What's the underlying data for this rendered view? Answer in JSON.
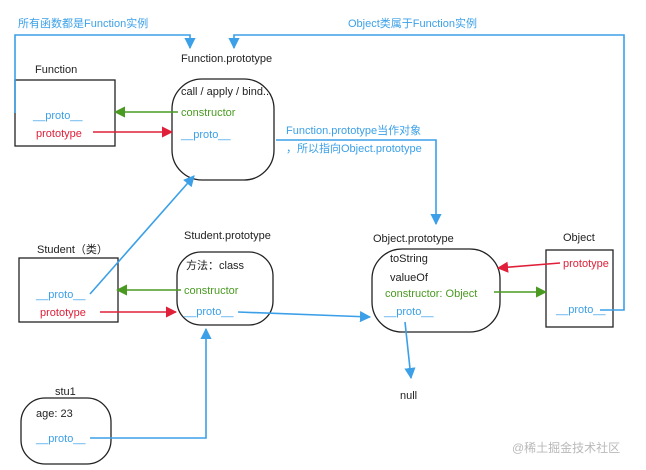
{
  "colors": {
    "blue": "#3ba0e8",
    "red": "#e0203a",
    "green": "#4a9a22",
    "black": "#222222"
  },
  "annotations": {
    "all_functions": "所有函数都是Function实例",
    "object_is_function": "Object类属于Function实例",
    "fp_as_object_line1": "Function.prototype当作对象",
    "fp_as_object_line2": "，所以指向Object.prototype"
  },
  "function_box": {
    "title": "Function",
    "proto": "__proto__",
    "prototype": "prototype"
  },
  "function_prototype": {
    "title": "Function.prototype",
    "methods": "call / apply / bind...",
    "constructor": "constructor",
    "proto": "__proto__"
  },
  "student_box": {
    "title": "Student（类）",
    "proto": "__proto__",
    "prototype": "prototype"
  },
  "student_prototype": {
    "title": "Student.prototype",
    "method": "方法：class",
    "constructor": "constructor",
    "proto": "__proto__"
  },
  "object_prototype": {
    "title": "Object.prototype",
    "to_string": "toString",
    "value_of": "valueOf",
    "constructor": "constructor: Object",
    "proto": "__proto__"
  },
  "object_box": {
    "title": "Object",
    "prototype": "prototype",
    "proto": "__proto__"
  },
  "stu1": {
    "title": "stu1",
    "age": "age: 23",
    "proto": "__proto__"
  },
  "null_label": "null",
  "watermark": "@稀土掘金技术社区"
}
